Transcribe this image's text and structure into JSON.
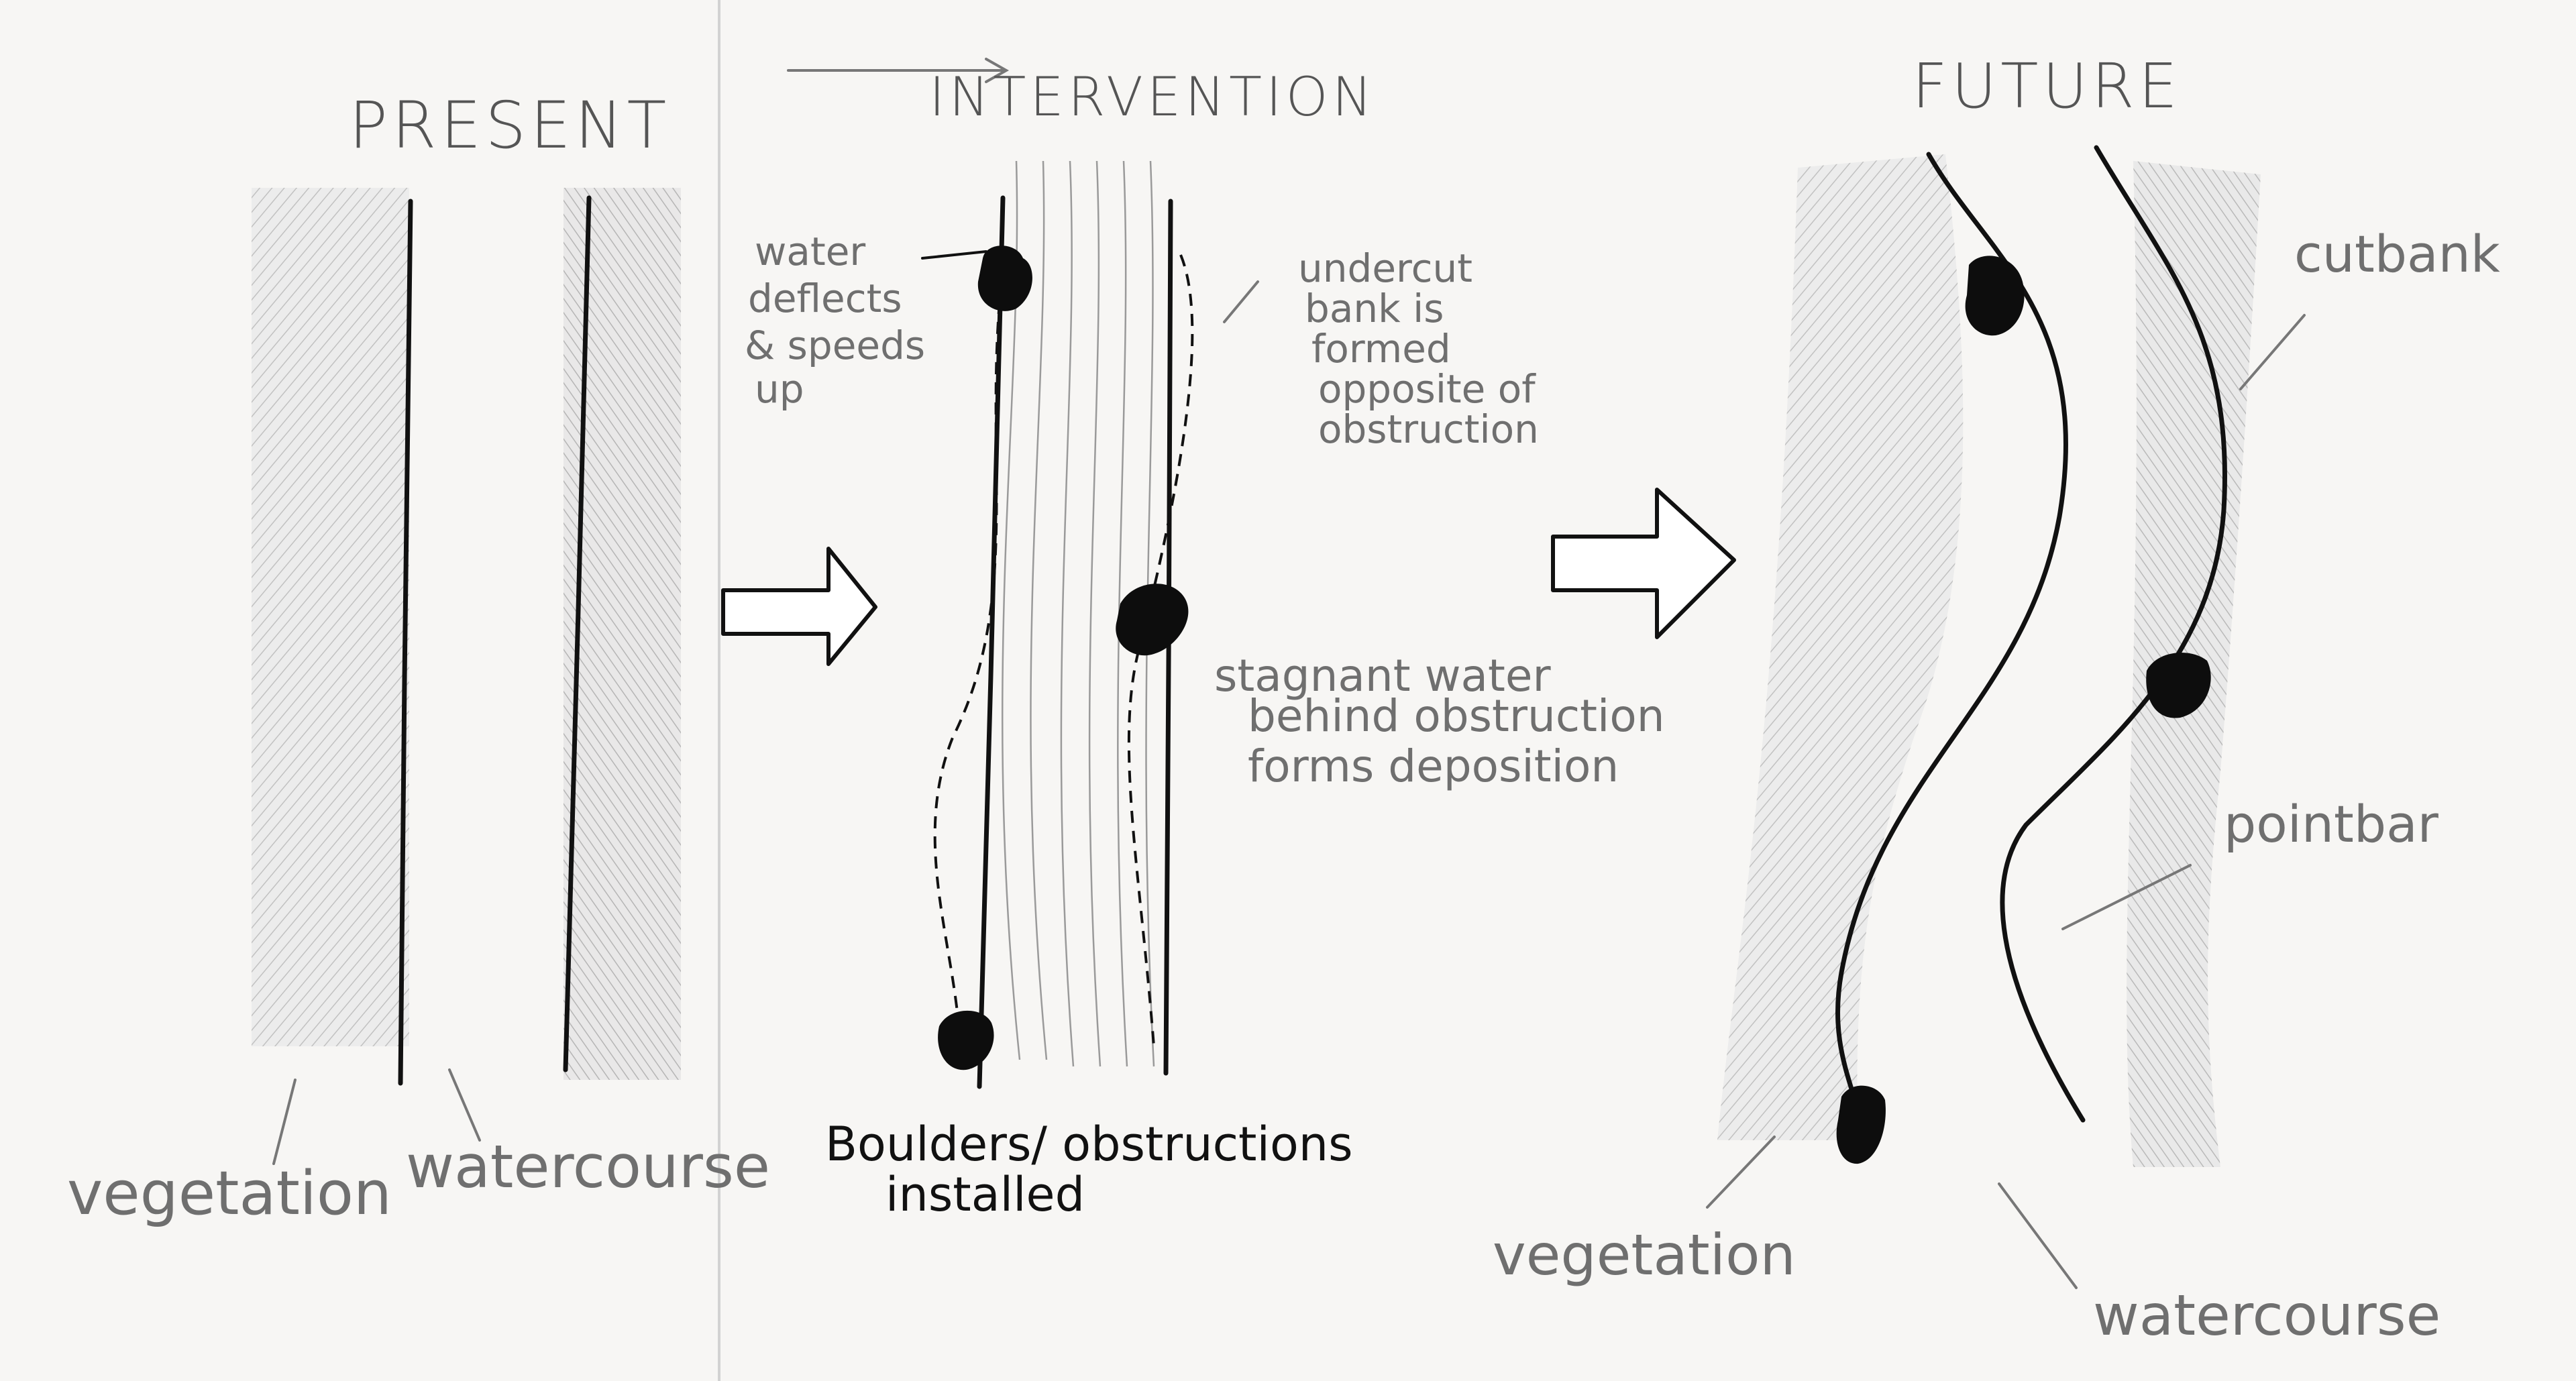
{
  "panels": {
    "present": {
      "title": "PRESENT",
      "labels": {
        "vegetation": "vegetation",
        "watercourse": "watercourse"
      }
    },
    "intervention": {
      "title": "INTERVENTION",
      "labels": {
        "water_1": "water",
        "water_2": "deflects",
        "water_3": "& speeds",
        "water_4": "up",
        "undercut_1": "undercut",
        "undercut_2": "bank is",
        "undercut_3": "formed",
        "undercut_4": "opposite of",
        "undercut_5": "obstruction",
        "stagnant_1": "stagnant water",
        "stagnant_2": "behind obstruction",
        "stagnant_3": "forms deposition",
        "boulders_1": "Boulders/ obstructions",
        "boulders_2": "installed"
      }
    },
    "future": {
      "title": "FUTURE",
      "labels": {
        "cutbank": "cutbank",
        "pointbar": "pointbar",
        "vegetation": "vegetation",
        "watercourse": "watercourse"
      }
    }
  },
  "colors": {
    "paper": "#f7f6f4",
    "ink": "#111111",
    "pencil": "#6f6f6f"
  }
}
